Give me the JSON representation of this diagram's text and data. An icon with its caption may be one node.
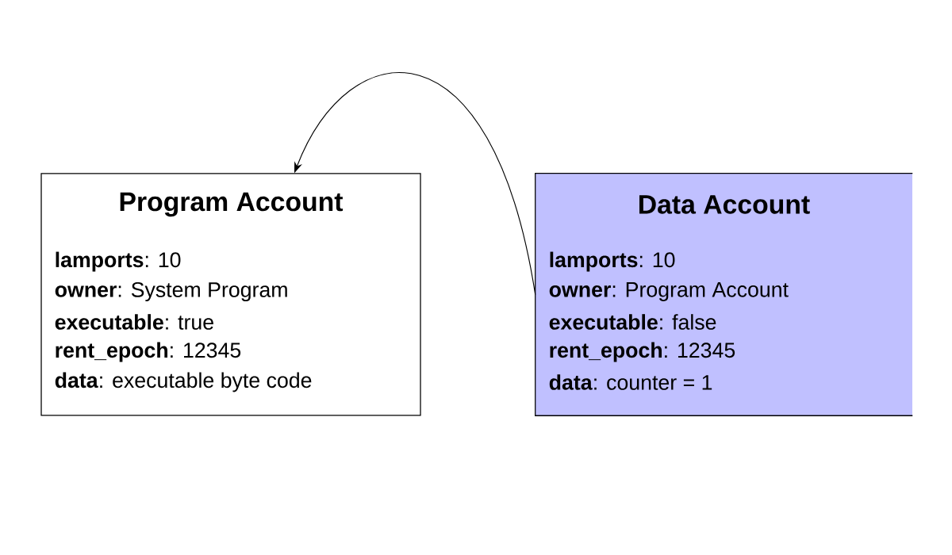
{
  "diagram": {
    "nodes": [
      {
        "text": [
          "Program Account",
          "**lamports**: 10",
          "**owner**: System Program",
          "**executable**: true",
          "**rent_epoch**: 12345",
          "**data**: executable byte code"
        ]
      },
      {
        "text": [
          "Data Account",
          "**lamports**: 10",
          "**owner**: Program Account",
          "**executable**: false",
          "**rent_epoch**: 12345",
          "**data**: counter = 1"
        ]
      }
    ],
    "edges": [
      {
        "from": 1,
        "to": 0,
        "arrow": "to"
      }
    ]
  }
}
